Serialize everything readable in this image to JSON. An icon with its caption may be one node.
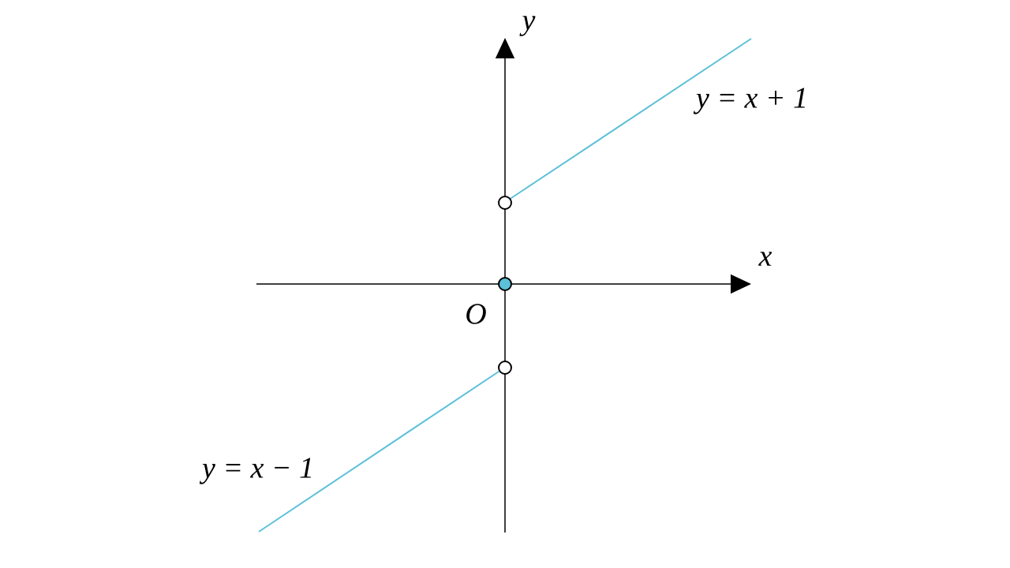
{
  "diagram": {
    "labels": [
      "y",
      "y = x + 1",
      "x",
      "O",
      "y = x − 1"
    ]
  }
}
